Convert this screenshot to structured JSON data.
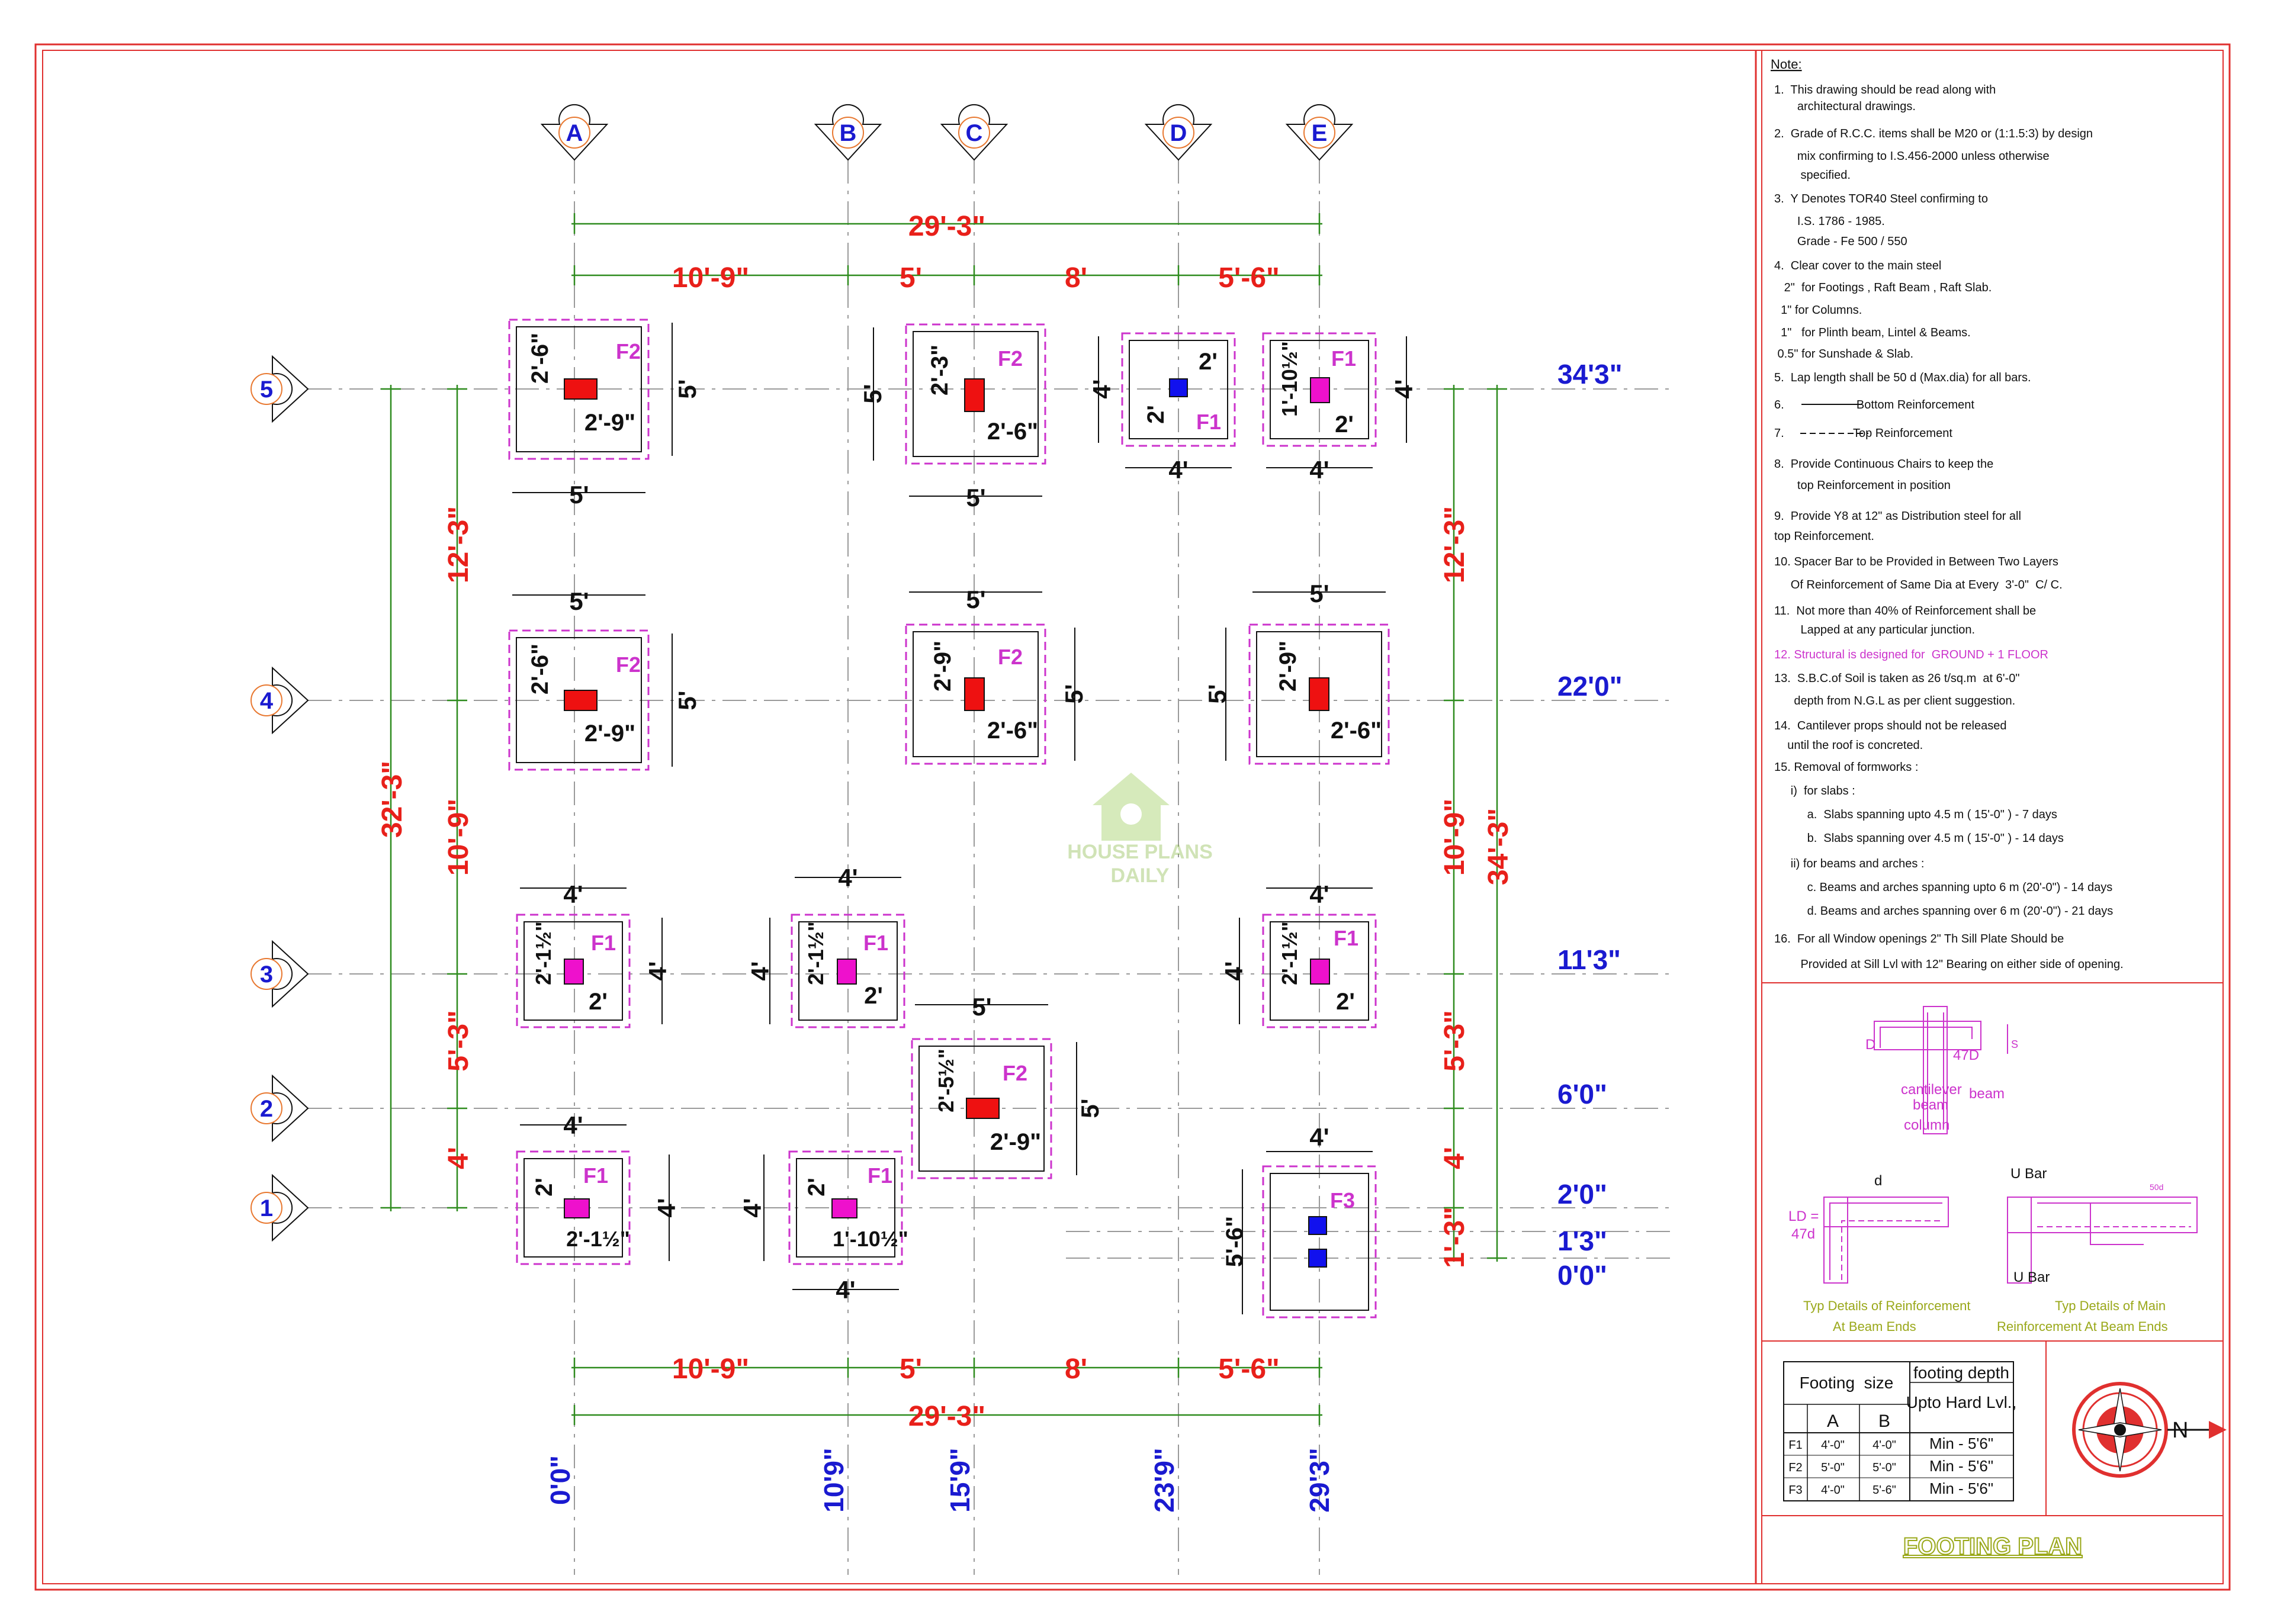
{
  "colors": {
    "border": "#e0302f",
    "grid": "#9a9a9a",
    "dim_green": "#2e8b1e",
    "dim_red": "#e8201a",
    "axis_blue": "#1a1ad0",
    "footing_pink": "#cc33cc",
    "col_red": "#ee1111",
    "col_magenta": "#ee11cc",
    "col_blue": "#1111ee",
    "bubble_orange": "#e87830",
    "label_olive": "#9aa81a",
    "black": "#111111"
  },
  "grid_axes": {
    "columns": [
      "A",
      "B",
      "C",
      "D",
      "E"
    ],
    "rows": [
      "5",
      "4",
      "3",
      "2",
      "1"
    ]
  },
  "top_dims": {
    "overall": "29'-3\"",
    "segments": [
      "10'-9\"",
      "5'",
      "8'",
      "5'-6\""
    ]
  },
  "bottom_dims": {
    "overall": "29'-3\"",
    "segments": [
      "10'-9\"",
      "5'",
      "8'",
      "5'-6\""
    ]
  },
  "left_dims": {
    "overall": "32'-3\"",
    "segments": [
      "12'-3\"",
      "10'-9\"",
      "5'-3\"",
      "4'"
    ]
  },
  "right_dims": {
    "overall": "34'-3\"",
    "segments": [
      "12'-3\"",
      "10'-9\"",
      "5'-3\"",
      "4'",
      "1'-3\""
    ]
  },
  "row_levels": [
    "34'3\"",
    "22'0\"",
    "11'3\"",
    "6'0\"",
    "2'0\"",
    "1'3\"",
    "0'0\""
  ],
  "col_levels": [
    "0'0\"",
    "10'9\"",
    "15'9\"",
    "23'9\"",
    "29'3\""
  ],
  "footings": {
    "f2": "F2",
    "f1": "F1",
    "f3": "F3"
  },
  "footing_dims": {
    "five": "5'",
    "four": "4'",
    "d_2_6": "2'-6\"",
    "d_2_9": "2'-9\"",
    "d_2_3": "2'-3\"",
    "d_2": "2'",
    "d_1_10h": "1'-10½\"",
    "d_2_1h": "2'-1½\"",
    "d_2_5h": "2'-5½\"",
    "d_5_6": "5'-6\""
  },
  "watermark": {
    "line1": "HOUSE PLANS",
    "line2": "DAILY"
  },
  "notes": {
    "heading": "Note:",
    "lines": [
      "1.  This drawing should be read along with",
      "       architectural drawings.",
      "2.  Grade of R.C.C. items shall be M20 or (1:1.5:3) by design",
      "       mix confirming to I.S.456-2000 unless otherwise",
      "        specified.",
      "3.  Y Denotes TOR40 Steel confirming to",
      "       I.S. 1786 - 1985.",
      "       Grade - Fe 500 / 550",
      "4.  Clear cover to the main steel",
      "   2\"  for Footings , Raft Beam , Raft Slab.",
      "  1\" for Columns.",
      "  1\"   for Plinth beam, Lintel & Beams.",
      " 0.5\" for Sunshade & Slab.",
      "5.  Lap length shall be 50 d (Max.dia) for all bars.",
      "6.                      Bottom Reinforcement",
      "7.                     Top Reinforcement",
      "8.  Provide Continuous Chairs to keep the",
      "       top Reinforcement in position",
      "9.  Provide Y8 at 12\" as Distribution steel for all",
      "top Reinforcement.",
      "10. Spacer Bar to be Provided in Between Two Layers",
      "     Of Reinforcement of Same Dia at Every  3'-0\"  C/ C.",
      "11.  Not more than 40% of Reinforcement shall be",
      "        Lapped at any particular junction.",
      "12. Structural is designed for  GROUND + 1 FLOOR",
      "13.  S.B.C.of Soil is taken as 26 t/sq.m  at 6'-0\"",
      "      depth from N.G.L as per client suggestion.",
      "14.  Cantilever props should not be released",
      "    until the roof is concreted.",
      "15. Removal of formworks :",
      "     i)  for slabs :",
      "          a.  Slabs spanning upto 4.5 m ( 15'-0\" ) - 7 days",
      "          b.  Slabs spanning over 4.5 m ( 15'-0\" ) - 14 days",
      "     ii) for beams and arches :",
      "          c. Beams and arches spanning upto 6 m (20'-0\") - 14 days",
      "          d. Beams and arches spanning over 6 m (20'-0\") - 21 days",
      "16.  For all Window openings 2\" Th Sill Plate Should be",
      "        Provided at Sill Lvl with 12\" Bearing on either side of opening."
    ]
  },
  "details": {
    "cantilever_D": "D",
    "cantilever_47D": "47D",
    "cantilever_S": "S",
    "cantilever_label": "cantilever",
    "beam_label": "beam",
    "beam_label2": "beam",
    "column_label": "column",
    "ld_label": "LD =",
    "ld_value": "47d",
    "d_label": "d",
    "ubar_top": "U Bar",
    "ubar_bottom": "U Bar",
    "fifty_d": "50d",
    "caption_left_1": "Typ Details of Reinforcement",
    "caption_left_2": "At Beam Ends",
    "caption_right_1": "Typ Details of Main",
    "caption_right_2": "Reinforcement At Beam Ends"
  },
  "footing_table": {
    "header_size": "Footing  size",
    "header_depth": "footing depth",
    "header_depth_sub": "Upto Hard Lvl.,",
    "col_a": "A",
    "col_b": "B",
    "rows": [
      {
        "id": "F1",
        "a": "4'-0\"",
        "b": "4'-0\"",
        "depth": "Min - 5'6\""
      },
      {
        "id": "F2",
        "a": "5'-0\"",
        "b": "5'-0\"",
        "depth": "Min - 5'6\""
      },
      {
        "id": "F3",
        "a": "4'-0\"",
        "b": "5'-6\"",
        "depth": "Min - 5'6\""
      }
    ]
  },
  "compass": {
    "north": "N"
  },
  "title": "FOOTING PLAN"
}
